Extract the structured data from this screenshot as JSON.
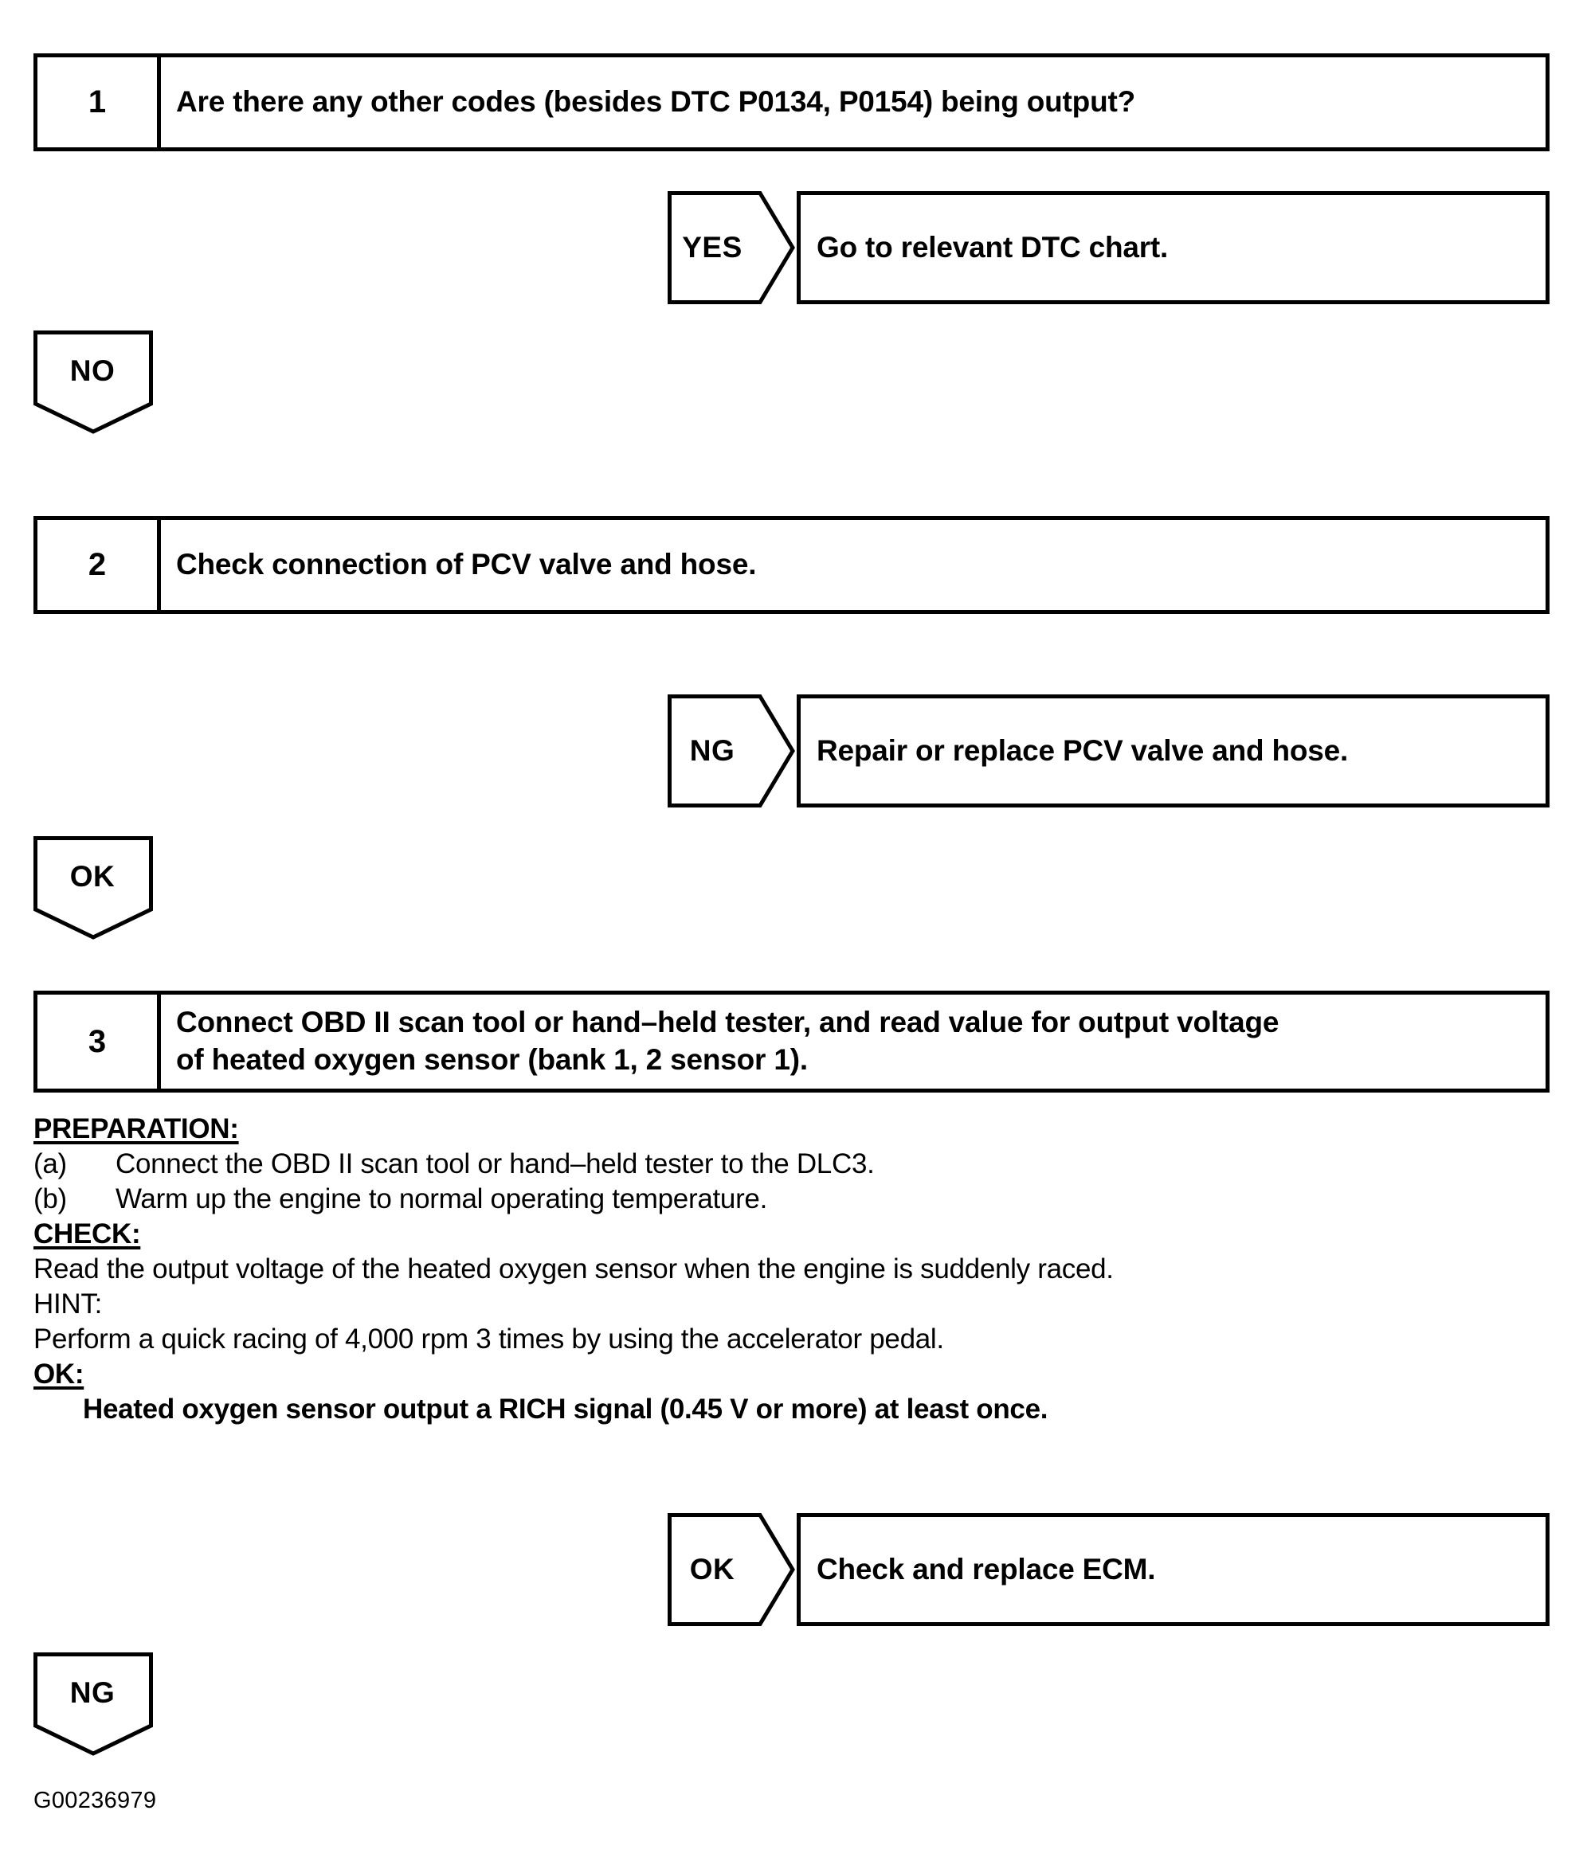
{
  "document": {
    "type": "diagnostic-troubleshooting-flowchart",
    "figure_id": "G00236979"
  },
  "steps": [
    {
      "number": "1",
      "text": "Are there any other codes (besides DTC P0134, P0154) being output?"
    },
    {
      "number": "2",
      "text": "Check connection of PCV valve and hose."
    },
    {
      "number": "3",
      "line1": "Connect OBD II scan tool or hand–held tester, and read value for output voltage",
      "line2": "of heated oxygen sensor (bank 1, 2 sensor 1)."
    }
  ],
  "branches": {
    "step1_yes": {
      "label": "YES",
      "result": "Go to relevant DTC chart."
    },
    "step1_no": {
      "label": "NO"
    },
    "step2_ng": {
      "label": "NG",
      "result": "Repair or replace PCV valve and hose."
    },
    "step2_ok": {
      "label": "OK"
    },
    "step3_ok": {
      "label": "OK",
      "result": "Check and replace ECM."
    },
    "step3_ng": {
      "label": "NG"
    }
  },
  "procedure": {
    "preparation_heading": "PREPARATION:",
    "preparation_items": [
      {
        "marker": "(a)",
        "text": "Connect the OBD II scan tool or hand–held tester to the DLC3."
      },
      {
        "marker": "(b)",
        "text": "Warm up the engine to normal operating temperature."
      }
    ],
    "check_heading": "CHECK:",
    "check_text": "Read the output voltage of the heated oxygen sensor when the engine is suddenly raced.",
    "hint_heading": "HINT:",
    "hint_text": "Perform a quick racing of 4,000 rpm 3 times by using the accelerator pedal.",
    "ok_heading": "OK:",
    "ok_criteria": "Heated oxygen sensor output a RICH signal (0.45 V or more) at least once."
  }
}
